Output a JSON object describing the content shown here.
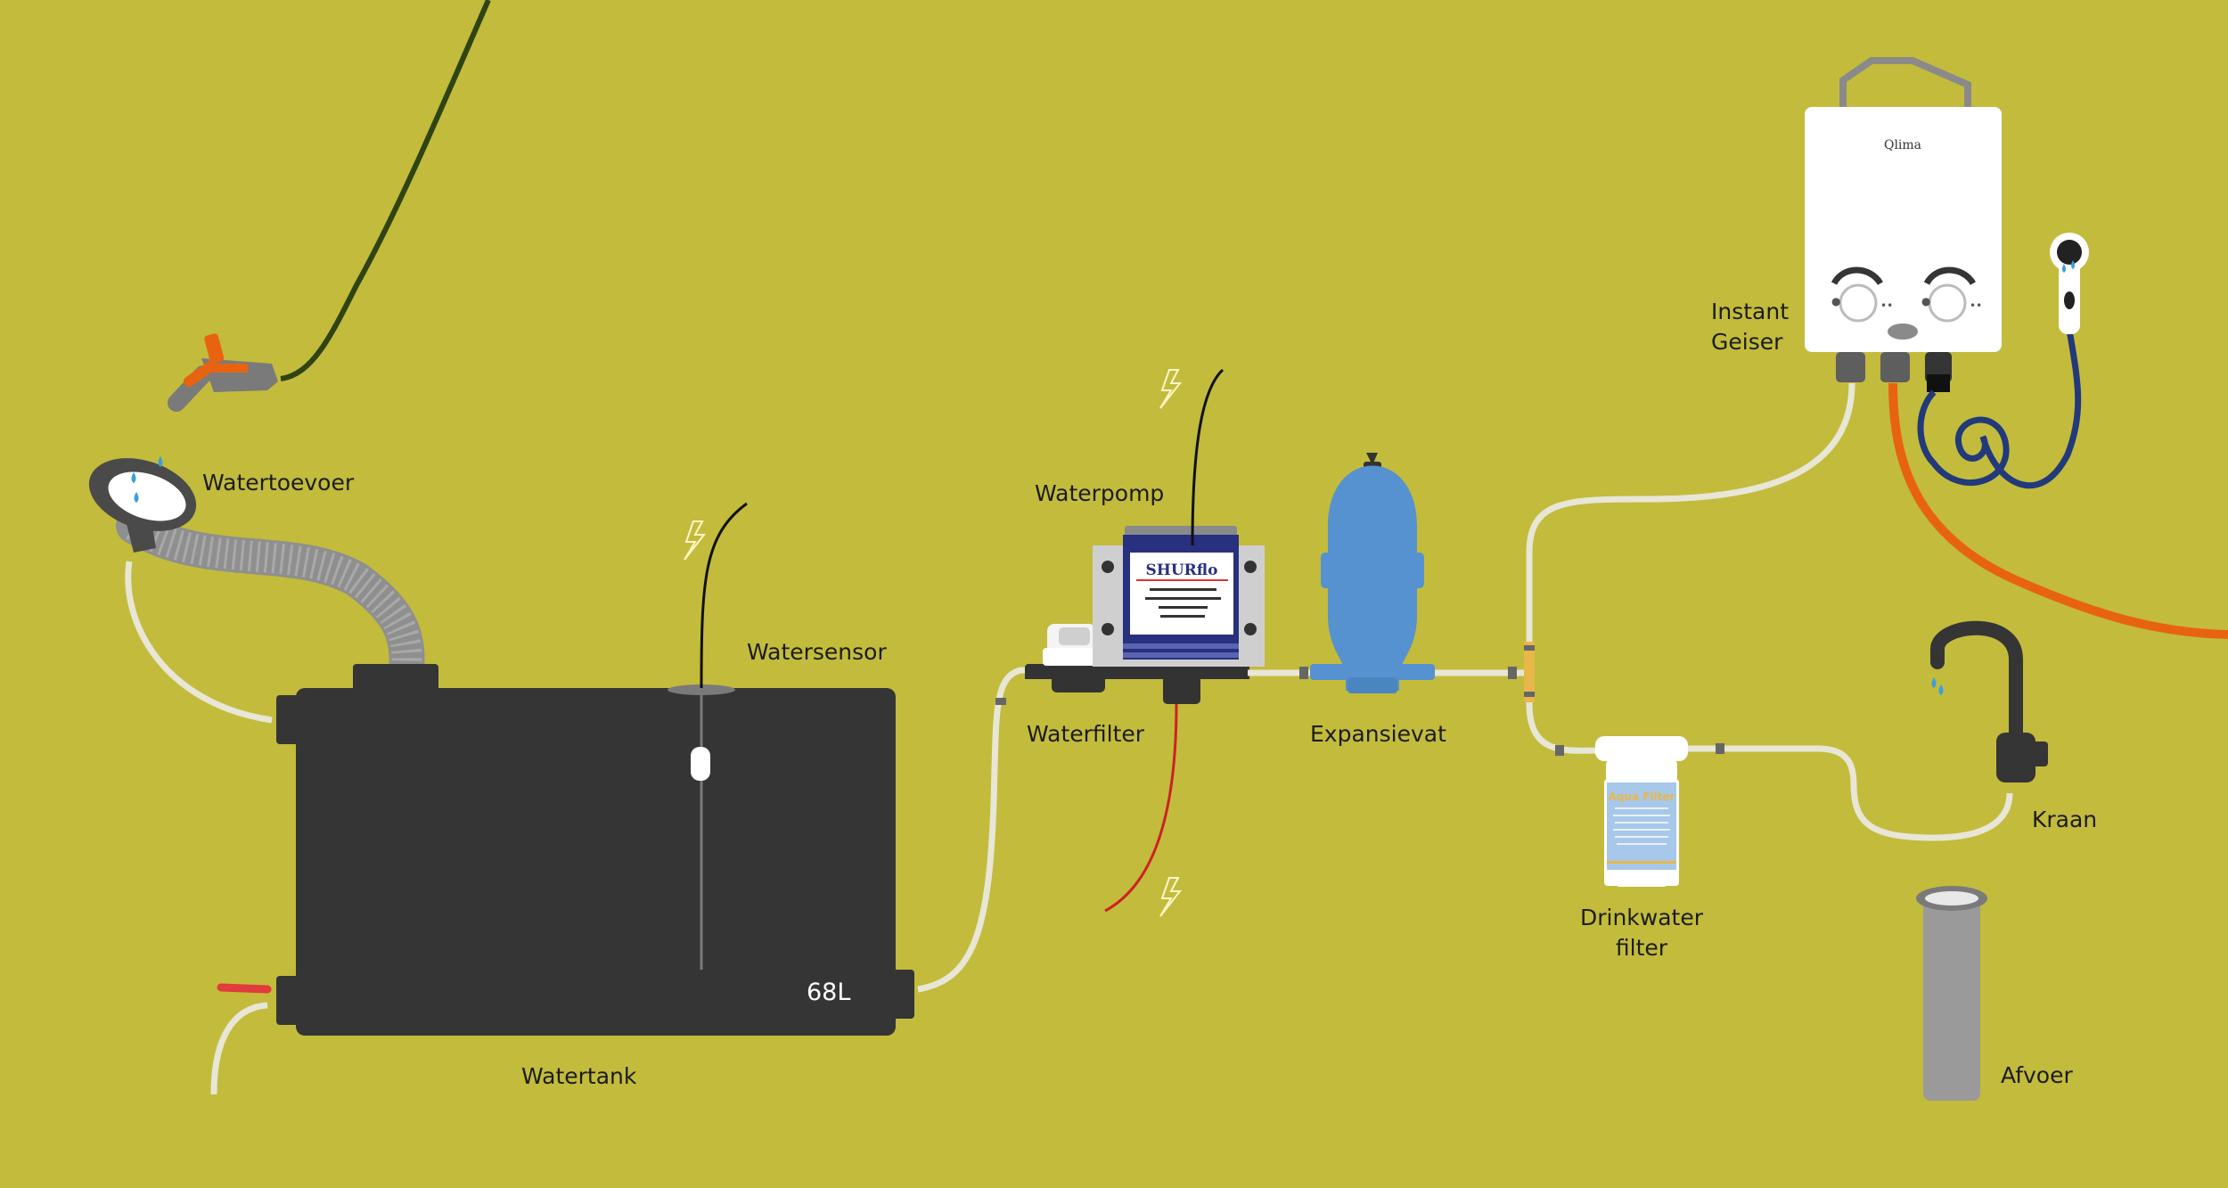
{
  "colors": {
    "background": "#c3bb3c",
    "tank": "#353535",
    "pipe": "#e8e6d6",
    "hot_pipe": "#e8630f",
    "pump_blue": "#283080",
    "expansion_blue": "#5592cf",
    "spark_yellow": "#fff6c8"
  },
  "labels": {
    "water_inlet": "Watertoevoer",
    "water_sensor": "Watersensor",
    "water_pump": "Waterpomp",
    "water_filter": "Waterfilter",
    "expansion_vessel": "Expansievat",
    "instant_geyser_line1": "Instant",
    "instant_geyser_line2": "Geiser",
    "drinking_filter_line1": "Drinkwater",
    "drinking_filter_line2": "filter",
    "tap": "Kraan",
    "drain": "Afvoer",
    "water_tank": "Watertank"
  },
  "tank": {
    "capacity": "68L"
  },
  "pump": {
    "brand": "SHURflo"
  },
  "geyser": {
    "brand": "Qlima"
  },
  "drinking_filter": {
    "brand": "Aqua Filter"
  },
  "icons": [
    "spray-nozzle-icon",
    "lightning-icon",
    "shower-head-icon",
    "faucet-icon",
    "water-drop-icon"
  ]
}
